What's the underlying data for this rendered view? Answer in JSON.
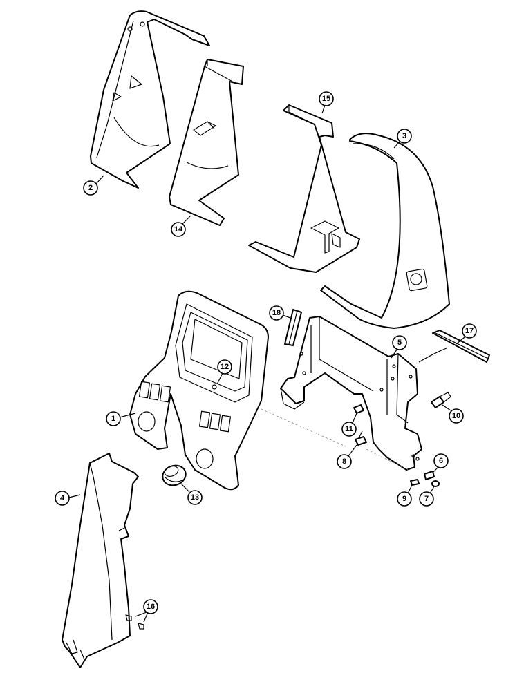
{
  "diagram": {
    "callouts": [
      {
        "id": "c1",
        "label": "1"
      },
      {
        "id": "c2",
        "label": "2"
      },
      {
        "id": "c3",
        "label": "3"
      },
      {
        "id": "c4",
        "label": "4"
      },
      {
        "id": "c5",
        "label": "5"
      },
      {
        "id": "c6",
        "label": "6"
      },
      {
        "id": "c7",
        "label": "7"
      },
      {
        "id": "c8",
        "label": "8"
      },
      {
        "id": "c9",
        "label": "9"
      },
      {
        "id": "c10",
        "label": "10"
      },
      {
        "id": "c11",
        "label": "11"
      },
      {
        "id": "c12",
        "label": "12"
      },
      {
        "id": "c13",
        "label": "13"
      },
      {
        "id": "c14",
        "label": "14"
      },
      {
        "id": "c15",
        "label": "15"
      },
      {
        "id": "c16",
        "label": "16"
      },
      {
        "id": "c17",
        "label": "17"
      },
      {
        "id": "c18",
        "label": "18"
      }
    ]
  },
  "colors": {
    "line": "#000000",
    "fill": "#ffffff",
    "hidden_line": "#888888"
  }
}
